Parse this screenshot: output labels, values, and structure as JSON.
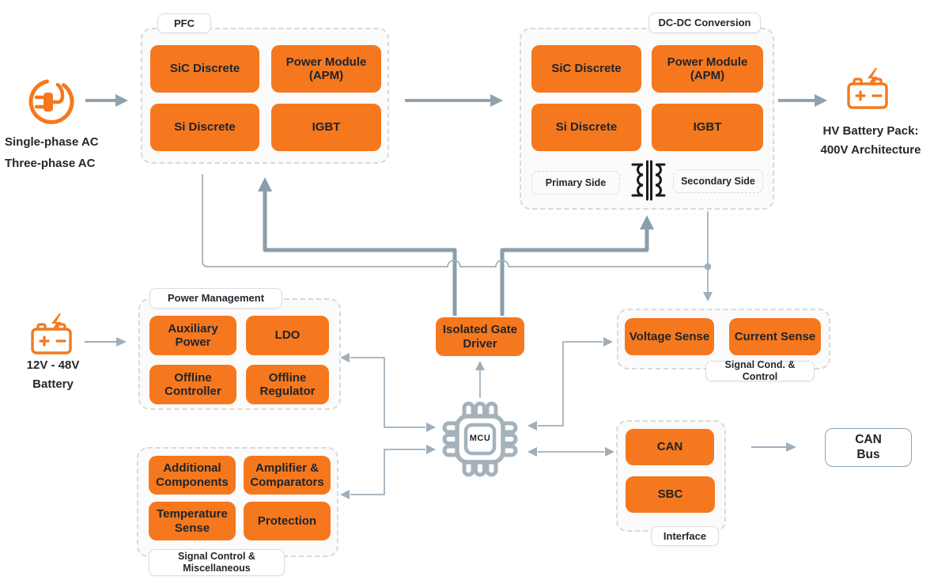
{
  "colors": {
    "accent_orange": "#F5781E",
    "block_text": "#20242B",
    "wire_gray": "#8FA2AE",
    "thin_wire_gray": "#9FAEBA",
    "group_border": "#D7D9DB",
    "outline_box_border": "#8FA3B2"
  },
  "icons": {
    "ac_input": "plug-icon",
    "lv_battery": "battery-charging-icon",
    "hv_battery": "battery-charging-icon",
    "mcu": "chip-icon",
    "transformer": "transformer-icon"
  },
  "labels": {
    "ac_line1": "Single-phase AC",
    "ac_line2": "Three-phase AC",
    "lv_battery_line1": "12V - 48V",
    "lv_battery_line2": "Battery",
    "hv_battery_line1": "HV Battery Pack:",
    "hv_battery_line2": "400V Architecture"
  },
  "groups": {
    "pfc": {
      "label": "PFC",
      "blocks": [
        "SiC Discrete",
        "Power Module (APM)",
        "Si Discrete",
        "IGBT"
      ]
    },
    "dcdc": {
      "label": "DC-DC Conversion",
      "blocks": [
        "SiC Discrete",
        "Power Module (APM)",
        "Si Discrete",
        "IGBT"
      ],
      "primary_label": "Primary Side",
      "secondary_label": "Secondary Side"
    },
    "power_management": {
      "label": "Power Management",
      "blocks": [
        "Auxiliary Power",
        "LDO",
        "Offline Controller",
        "Offline Regulator"
      ]
    },
    "signal_control": {
      "label": "Signal Control & Miscellaneous",
      "blocks": [
        "Additional Components",
        "Amplifier & Comparators",
        "Temperature Sense",
        "Protection"
      ]
    },
    "signal_cond": {
      "label": "Signal Cond. & Control",
      "blocks": [
        "Voltage Sense",
        "Current Sense"
      ]
    },
    "interface": {
      "label": "Interface",
      "blocks": [
        "CAN",
        "SBC"
      ]
    }
  },
  "nodes": {
    "isolated_gate_driver": "Isolated Gate Driver",
    "mcu": "MCU",
    "can_bus": "CAN\nBus"
  }
}
